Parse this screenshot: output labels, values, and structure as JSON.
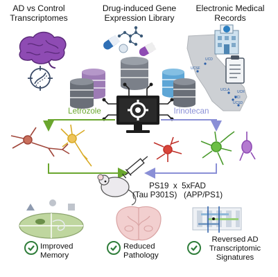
{
  "headers": {
    "transcriptomes": [
      "AD vs Control",
      "Transcriptomes"
    ],
    "library": [
      "Drug-induced Gene",
      "Expression Library"
    ],
    "emr": [
      "Electronic Medical",
      "Records"
    ]
  },
  "drugs": {
    "left": "Letrozole",
    "right": "Irinotecan"
  },
  "map_labels": [
    "UCD",
    "UCSF",
    "UCLA",
    "UCR",
    "UCI",
    "UCSD"
  ],
  "mouse_model": {
    "line1": "PS19  x  5xFAD",
    "line2": "(Tau P301S)   (APP/PS1)"
  },
  "outcomes": [
    {
      "line1": "Improved",
      "line2": "Memory"
    },
    {
      "line1": "Reduced",
      "line2": "Pathology"
    },
    {
      "line1": "Reversed AD",
      "line2": "Transcriptomic",
      "line3": "Signatures"
    }
  ],
  "colors": {
    "letrozole": "#6aa62e",
    "irinotecan": "#8a8fd6",
    "check": "#2f7d3a"
  }
}
